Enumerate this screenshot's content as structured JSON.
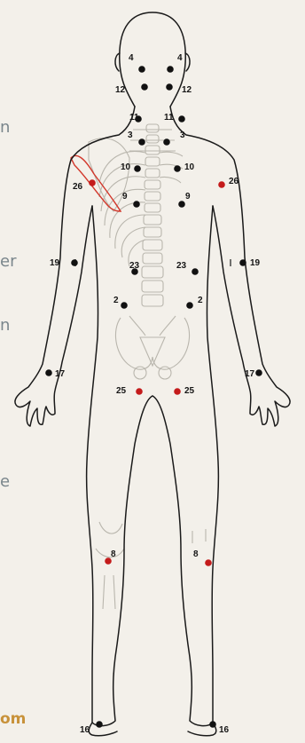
{
  "colors": {
    "background": "#f3f0ea",
    "outline": "#1a1a1a",
    "skeleton": "#b9b6ad",
    "point_black": "#111111",
    "point_red": "#c41b1b",
    "scapula_red": "#d2372b",
    "side_text": "#7a868c",
    "brand": "#c8923a"
  },
  "left_margin_text": [
    "n",
    "er",
    "n",
    "e",
    "om"
  ],
  "points": [
    {
      "label": "4",
      "color": "black"
    },
    {
      "label": "4",
      "color": "black"
    },
    {
      "label": "12",
      "color": "black"
    },
    {
      "label": "12",
      "color": "black"
    },
    {
      "label": "11",
      "color": "black"
    },
    {
      "label": "11",
      "color": "black"
    },
    {
      "label": "3",
      "color": "black"
    },
    {
      "label": "3",
      "color": "black"
    },
    {
      "label": "10",
      "color": "black"
    },
    {
      "label": "10",
      "color": "black"
    },
    {
      "label": "26",
      "color": "red"
    },
    {
      "label": "26",
      "color": "red"
    },
    {
      "label": "9",
      "color": "black"
    },
    {
      "label": "9",
      "color": "black"
    },
    {
      "label": "19",
      "color": "black"
    },
    {
      "label": "19",
      "color": "black"
    },
    {
      "label": "23",
      "color": "black"
    },
    {
      "label": "23",
      "color": "black"
    },
    {
      "label": "2",
      "color": "black"
    },
    {
      "label": "2",
      "color": "black"
    },
    {
      "label": "17",
      "color": "black"
    },
    {
      "label": "17",
      "color": "black"
    },
    {
      "label": "25",
      "color": "red"
    },
    {
      "label": "25",
      "color": "red"
    },
    {
      "label": "8",
      "color": "red"
    },
    {
      "label": "8",
      "color": "red"
    },
    {
      "label": "16",
      "color": "black"
    },
    {
      "label": "16",
      "color": "black"
    }
  ]
}
